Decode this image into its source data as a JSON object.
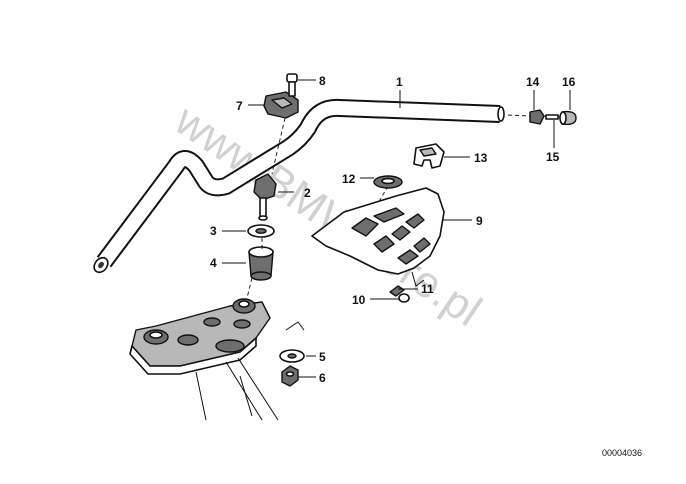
{
  "callouts": [
    {
      "number": "1"
    },
    {
      "number": "2"
    },
    {
      "number": "3"
    },
    {
      "number": "4"
    },
    {
      "number": "5"
    },
    {
      "number": "6"
    },
    {
      "number": "7"
    },
    {
      "number": "8"
    },
    {
      "number": "9"
    },
    {
      "number": "10"
    },
    {
      "number": "11"
    },
    {
      "number": "12"
    },
    {
      "number": "13"
    },
    {
      "number": "14"
    },
    {
      "number": "15"
    },
    {
      "number": "16"
    }
  ],
  "watermark": "www.BMWstore.pl",
  "document_number": "00004036"
}
